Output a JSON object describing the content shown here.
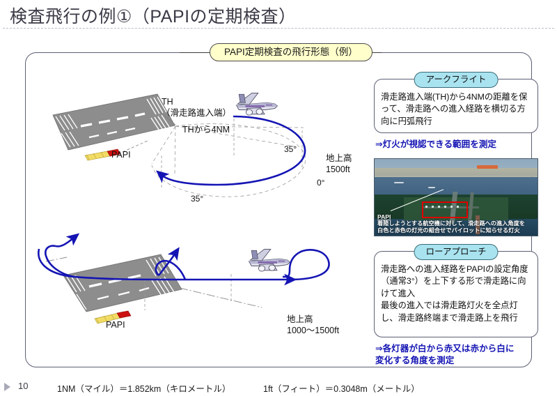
{
  "slide": {
    "title": "検査飛行の例①（PAPIの定期検査）",
    "header_banner": "PAPI定期検査の飛行形態（例）"
  },
  "panels": [
    {
      "id": "arc-flight",
      "label": "アークフライト",
      "body": "滑走路進入端(TH)から4NMの距離を保って、滑走路への進入経路を横切る方向に円弧飛行",
      "note": "⇒灯火が視認できる範囲を測定"
    },
    {
      "id": "low-approach",
      "label": "ローアプローチ",
      "body": "滑走路への進入経路をPAPIの設定角度（通常3°）を上下する形で滑走路に向けて進入\n最後の進入では滑走路灯火を全点灯し、滑走路終端まで滑走路上を飛行",
      "note": "⇒各灯器が白から赤又は赤から白に\n変化する角度を測定"
    }
  ],
  "photo": {
    "caption_title": "PAPI",
    "caption_body": "着陸しようとする航空機に対して、滑走路への進入角度を\n白色と赤色の灯光の組合せでパイロットに知らせる灯火"
  },
  "diagram": {
    "upper": {
      "th_label": "TH\n（滑走路進入端）",
      "distance_label": "THから4NM",
      "papi_label": "PAPI",
      "altitude_label": "地上高\n1500ft",
      "angle_top": "35°",
      "angle_mid": "0°",
      "angle_bottom": "35°"
    },
    "lower": {
      "papi_label": "PAPI",
      "altitude_label": "地上高\n1000〜1500ft"
    }
  },
  "footer": {
    "page_number": "10",
    "formula_nm": "1NM（マイル）＝1.852km（キロメートル）",
    "formula_ft": "1ft（フィート）＝0.3048m（メートル）"
  },
  "colors": {
    "title_text": "#3b3b47",
    "banner_fill": "#ffffcc",
    "panel_pill_fill": "#a9e3f0",
    "note_blue": "#1414b4",
    "flight_path": "#1414b4",
    "runway_gray": "#8d8d8d",
    "papi_yellow": "#f2dc64",
    "papi_red": "#cc1111",
    "highlight_red": "#e00000"
  }
}
